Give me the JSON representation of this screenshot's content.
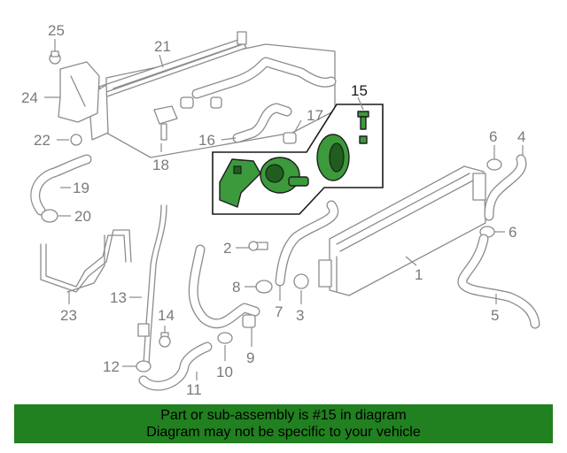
{
  "callouts": {
    "n1": "1",
    "n2": "2",
    "n3": "3",
    "n4": "4",
    "n5": "5",
    "n6a": "6",
    "n6b": "6",
    "n7": "7",
    "n8": "8",
    "n9": "9",
    "n10": "10",
    "n11": "11",
    "n12": "12",
    "n13": "13",
    "n14": "14",
    "n15": "15",
    "n16": "16",
    "n17": "17",
    "n18": "18",
    "n19": "19",
    "n20": "20",
    "n21": "21",
    "n22": "22",
    "n23": "23",
    "n24": "24",
    "n25": "25"
  },
  "highlighted_part": "15",
  "colors": {
    "highlight": "#3c9a3c",
    "banner": "#21801f",
    "line_art": "#8c8c8c"
  },
  "banner": {
    "line1": "Part or sub-assembly is #15 in diagram",
    "line2": "Diagram may not be specific to your vehicle"
  }
}
